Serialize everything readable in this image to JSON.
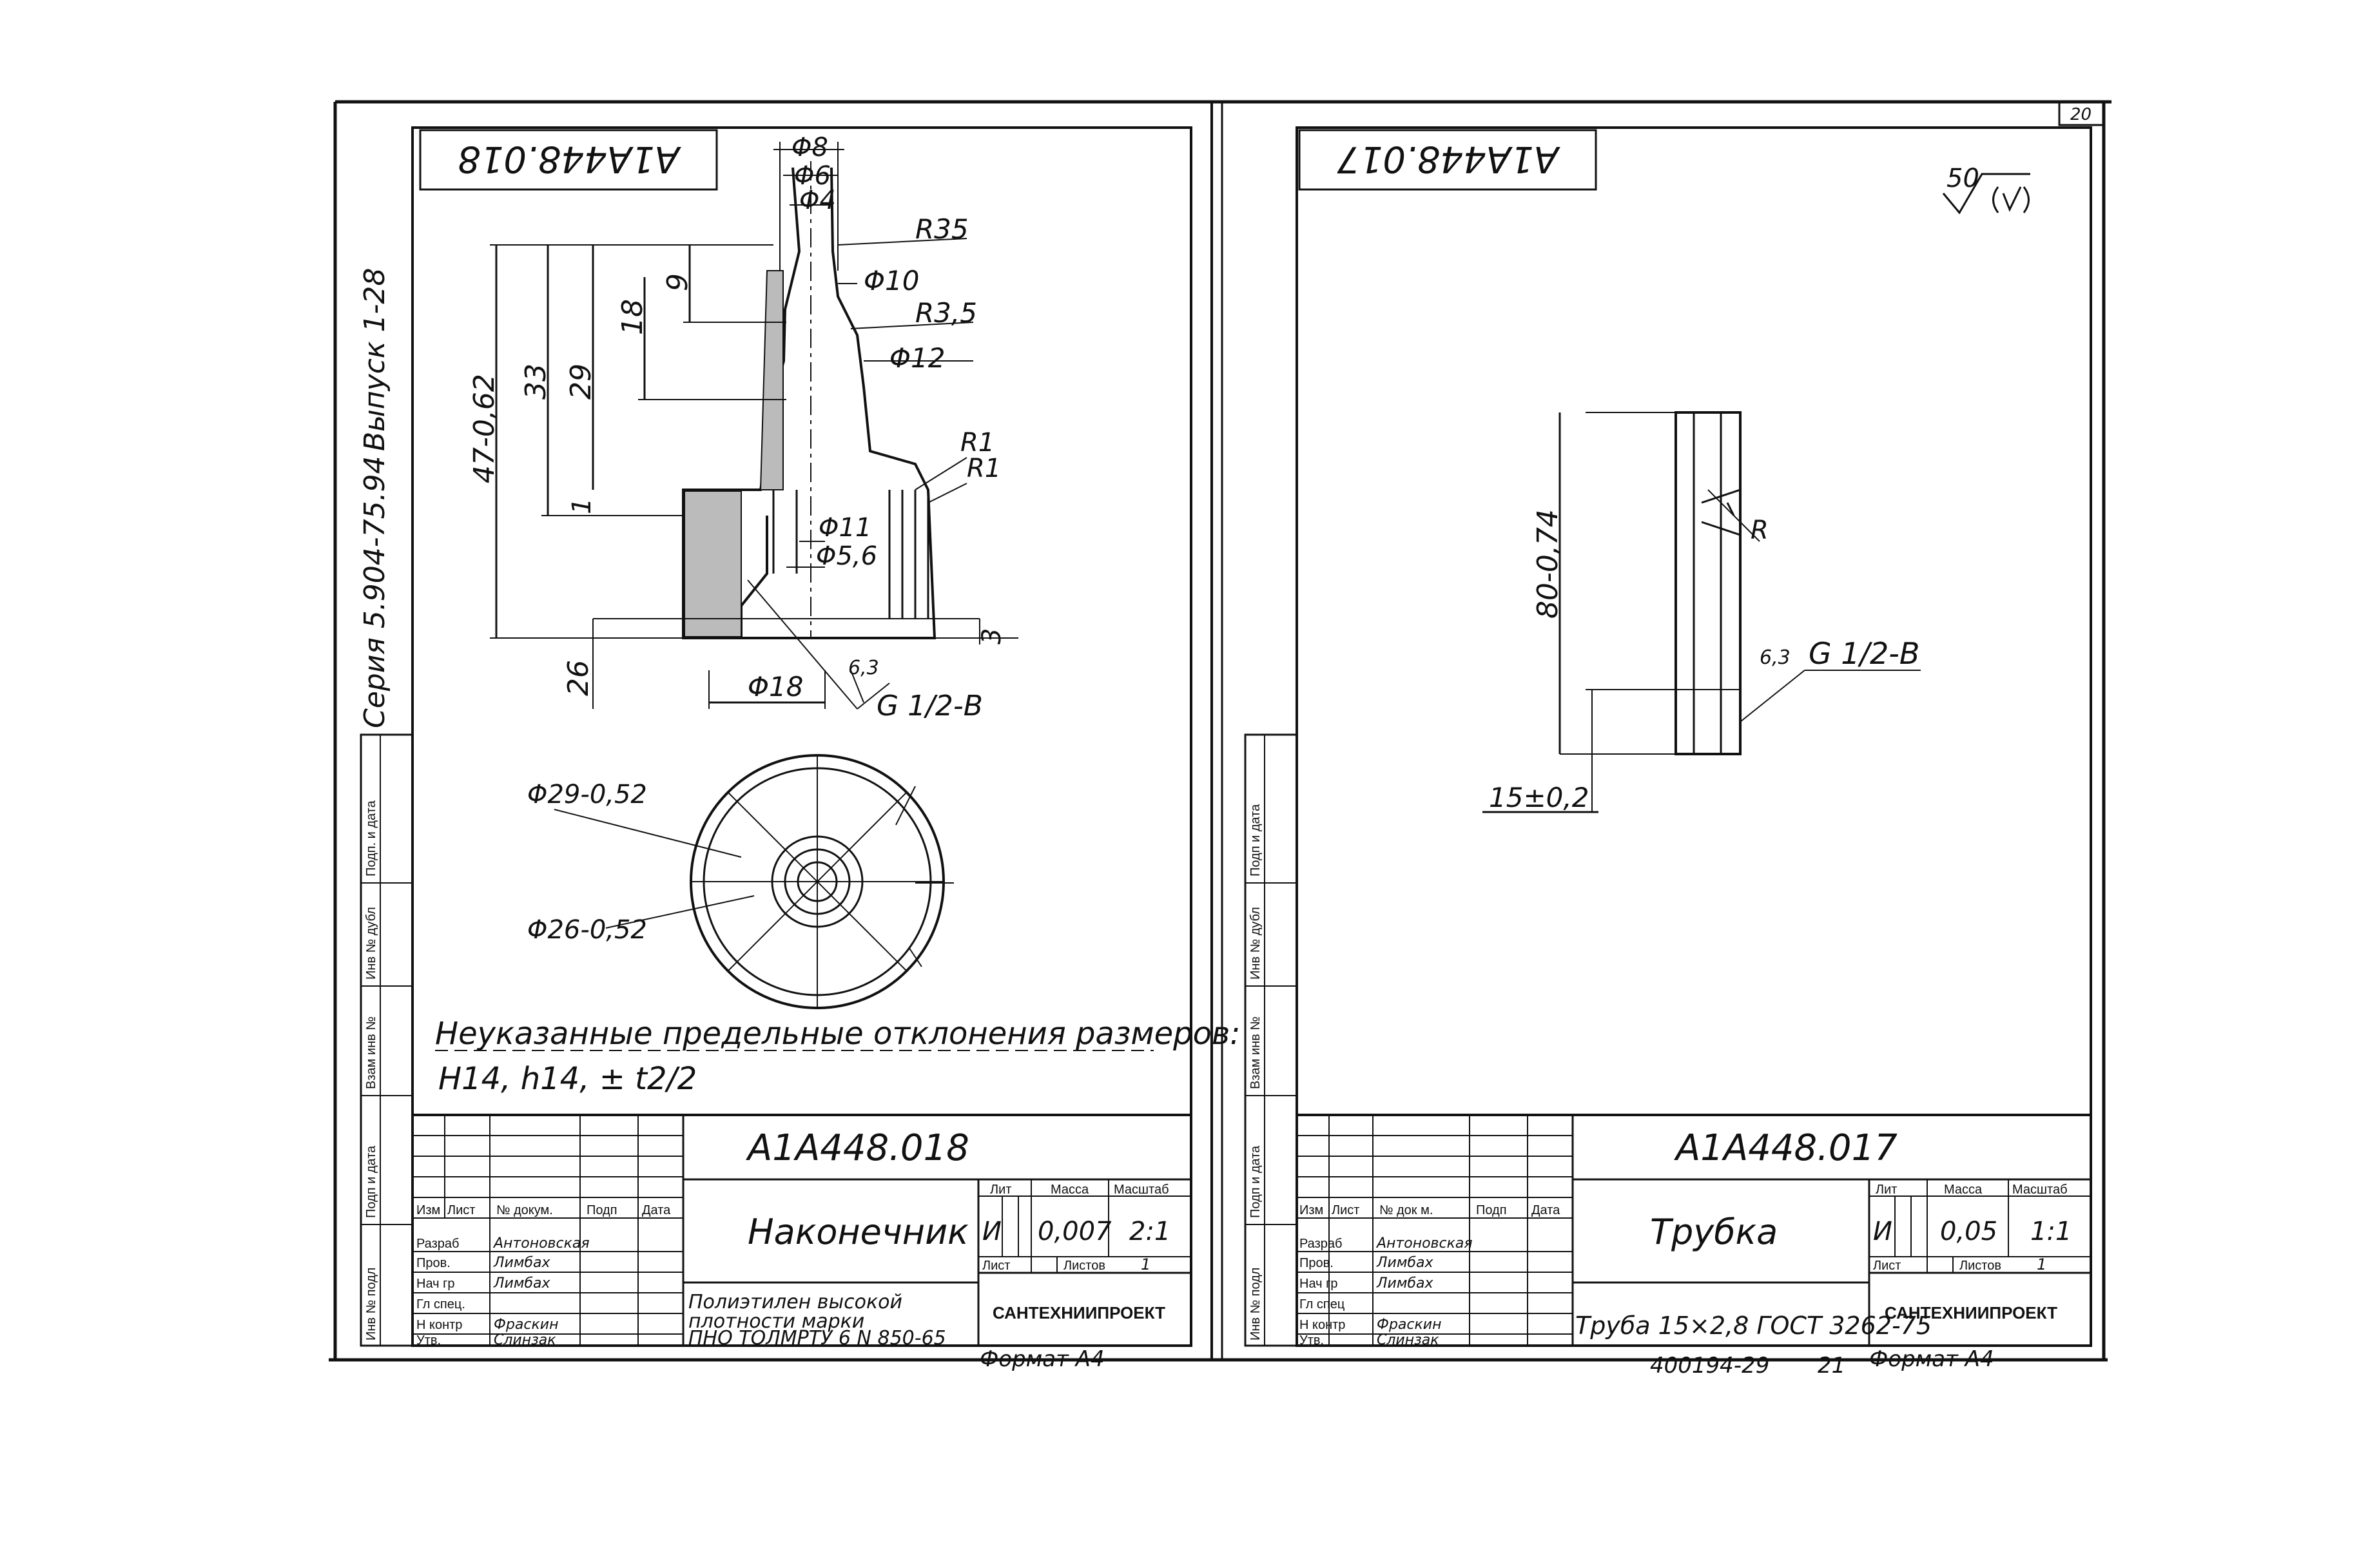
{
  "page": {
    "sheet_number": "20",
    "bottom_reference": "400194-29",
    "bottom_reference_page": "21"
  },
  "left_sheet": {
    "top_code": "А1А448.018",
    "side_series": "Серия 5.904-75.94",
    "side_issue": "Выпуск 1-28",
    "dims": {
      "d8": "Φ8",
      "d6": "Φ6",
      "d4": "Φ4",
      "r35": "R35",
      "d10": "Φ10",
      "r3_5": "R3,5",
      "d12": "Φ12",
      "r1a": "R1",
      "r1b": "R1",
      "d11": "Φ11",
      "d5_6": "Φ5,6",
      "d18": "Φ18",
      "thread": "G 1/2-B",
      "rough": "6,3",
      "v47": "47-0,62",
      "v33": "33",
      "v29": "29",
      "v18": "18",
      "v9": "9",
      "v1": "1",
      "v3": "3",
      "v26": "26",
      "d29": "Φ29-0,52",
      "d26": "Φ26-0,52"
    },
    "note_line1": "Неуказанные предельные отклонения размеров:",
    "note_line2": "H14, h14, ± t2/2",
    "title_code": "А1А448.018",
    "name": "Наконечник",
    "material_line1": "Полиэтилен высокой",
    "material_line2": "плотности марки",
    "material_line3": "ПНО ТОЛМРТУ 6 N 850-65",
    "lit_label": "Лит",
    "mass_label": "Масса",
    "scale_label": "Масштаб",
    "lit": "И",
    "mass": "0,007",
    "scale": "2:1",
    "sheet_label": "Лист",
    "sheets_label": "Листов",
    "sheets": "1",
    "org": "САНТЕХНИИПРОЕКТ",
    "format": "Формат А4",
    "hdr_izm": "Изм",
    "hdr_list": "Лист",
    "hdr_doc": "№ докум.",
    "hdr_sign": "Подп",
    "hdr_date": "Дата",
    "roles": [
      "Разраб",
      "Пров.",
      "Нач гр",
      "Гл спец.",
      "Н контр",
      "Утв."
    ],
    "names": [
      "Антоновская",
      "Лимбах",
      "Лимбах",
      "",
      "Фраскин",
      "Слинзак"
    ],
    "stamp_cells": [
      "Подп. и дата",
      "Инв № дубл",
      "Взам инв №",
      "Подп и дата",
      "Инв № подл"
    ]
  },
  "right_sheet": {
    "top_code": "А1А448.017",
    "roughness": "50",
    "dims": {
      "length": "80-0,74",
      "tol": "15±0,2",
      "thread": "G 1/2-B",
      "rough": "6,3",
      "r": "R"
    },
    "title_code": "А1А448.017",
    "name": "Трубка",
    "material": "Труба 15×2,8 ГОСТ 3262-75",
    "lit_label": "Лит",
    "mass_label": "Масса",
    "scale_label": "Масштаб",
    "lit": "И",
    "mass": "0,05",
    "scale": "1:1",
    "sheet_label": "Лист",
    "sheets_label": "Листов",
    "sheets": "1",
    "org": "САНТЕХНИИПРОЕКТ",
    "format": "Формат А4",
    "hdr_izm": "Изм",
    "hdr_list": "Лист",
    "hdr_doc": "№ док м.",
    "hdr_sign": "Подп",
    "hdr_date": "Дата",
    "roles": [
      "Разраб",
      "Пров.",
      "Нач гр",
      "Гл спец",
      "Н контр",
      "Утв."
    ],
    "names": [
      "Антоновская",
      "Лимбах",
      "Лимбах",
      "",
      "Фраскин",
      "Слинзак"
    ],
    "stamp_cells": [
      "Подп и дата",
      "Инв № дубл",
      "Взам инв №",
      "Подп и дата",
      "Инв № подл"
    ]
  }
}
